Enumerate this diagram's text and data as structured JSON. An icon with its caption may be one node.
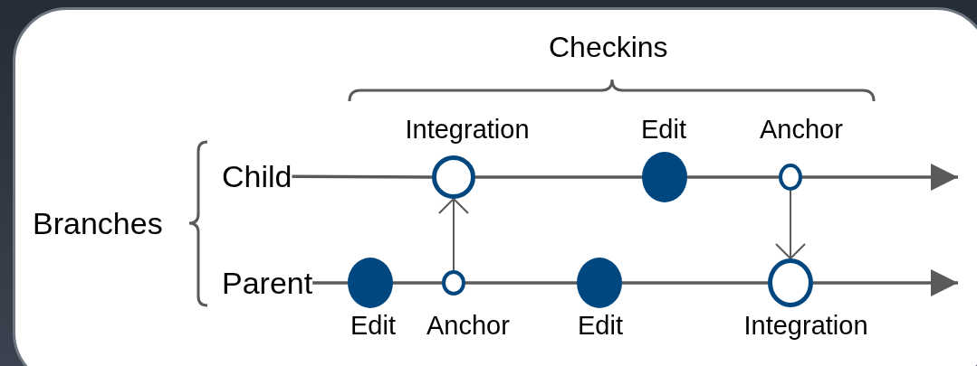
{
  "diagram": {
    "nodes": [
      {
        "text": [
          "Child"
        ]
      },
      {
        "text": [
          "Parent"
        ]
      },
      {
        "text": [],
        "shape": "circle",
        "beside": [
          "Integration"
        ]
      },
      {
        "text": [],
        "shape": "circle",
        "beside": [
          "Edit"
        ]
      },
      {
        "text": [],
        "shape": "circle",
        "beside": [
          "Anchor"
        ]
      },
      {
        "text": [],
        "shape": "circle",
        "beside": [
          "Edit"
        ]
      },
      {
        "text": [],
        "shape": "circle",
        "beside": [
          "Anchor"
        ]
      },
      {
        "text": [],
        "shape": "circle",
        "beside": [
          "Edit"
        ]
      },
      {
        "text": [],
        "shape": "circle",
        "beside": [
          "Integration"
        ]
      }
    ],
    "edges": [
      {
        "from": 0,
        "to": 2,
        "arrow": "none"
      },
      {
        "from": 2,
        "to": 3,
        "arrow": "none"
      },
      {
        "from": 3,
        "to": 4,
        "arrow": "none"
      },
      {
        "from": 4,
        "to": null,
        "arrow": "to"
      },
      {
        "from": 1,
        "to": 5,
        "arrow": "none"
      },
      {
        "from": 5,
        "to": 6,
        "arrow": "none"
      },
      {
        "from": 6,
        "to": 7,
        "arrow": "none"
      },
      {
        "from": 7,
        "to": 8,
        "arrow": "none"
      },
      {
        "from": 8,
        "to": null,
        "arrow": "to"
      },
      {
        "from": 6,
        "to": 2,
        "arrow": "to"
      },
      {
        "from": 4,
        "to": 8,
        "arrow": "to"
      }
    ],
    "labels": [
      "Checkins",
      "Branches"
    ]
  }
}
